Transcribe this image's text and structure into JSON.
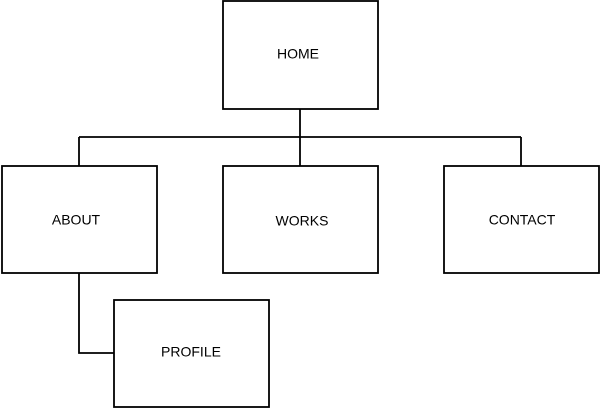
{
  "diagram": {
    "nodes": {
      "home": "HOME",
      "about": "ABOUT",
      "works": "WORKS",
      "contact": "CONTACT",
      "profile": "PROFILE"
    }
  }
}
